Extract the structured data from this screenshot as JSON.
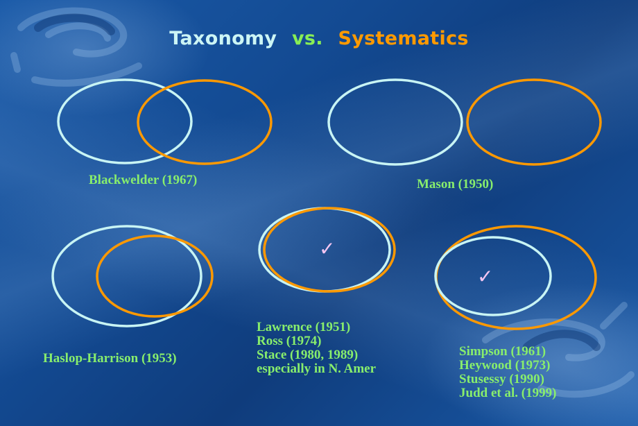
{
  "title": {
    "word1": "Taxonomy",
    "word2": "vs.",
    "word3": "Systematics",
    "colors": {
      "word1": "#ccf5f5",
      "word2": "#88ee55",
      "word3": "#ff9a00"
    }
  },
  "colors": {
    "taxonomy_ellipse": "#c8f4f4",
    "systematics_ellipse": "#ff9900",
    "label_text": "#88ee6c",
    "check": "#f4c6f2",
    "background": "#134a92"
  },
  "legend": {
    "taxonomy": "Taxonomy (light cyan ellipse)",
    "systematics": "Systematics (orange ellipse)"
  },
  "diagrams": [
    {
      "id": "blackwelder",
      "relation": "partial overlap",
      "label_lines": [
        "Blackwelder (1967)"
      ],
      "checked": false
    },
    {
      "id": "mason",
      "relation": "disjoint",
      "label_lines": [
        "Mason (1950)"
      ],
      "checked": false
    },
    {
      "id": "haslop-harrison",
      "relation": "systematics within taxonomy",
      "label_lines": [
        "Haslop-Harrison (1953)"
      ],
      "checked": false
    },
    {
      "id": "lawrence",
      "relation": "equivalent",
      "label_lines": [
        "Lawrence (1951)",
        "Ross (1974)",
        "Stace (1980, 1989)",
        "especially in N. Amer"
      ],
      "checked": true,
      "check_symbol": "✓"
    },
    {
      "id": "simpson",
      "relation": "taxonomy within systematics",
      "label_lines": [
        "Simpson (1961)",
        "Heywood (1973)",
        "Stusessy (1990)",
        "Judd et al. (1999)"
      ],
      "checked": true,
      "check_symbol": "✓"
    }
  ]
}
